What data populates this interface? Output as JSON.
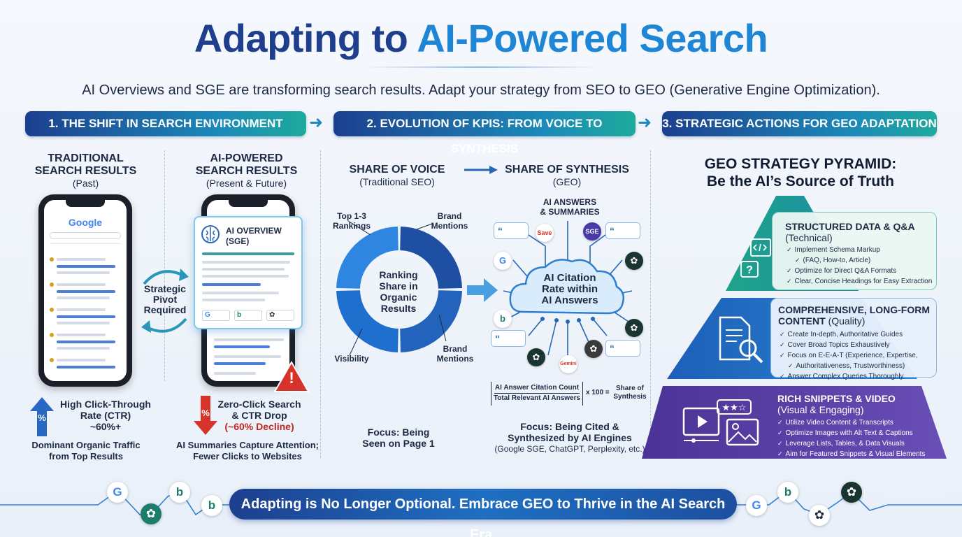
{
  "title": {
    "part1": "Adapting to ",
    "part2": "AI-Powered Search"
  },
  "subtitle": "AI Overviews and SGE are transforming search results. Adapt your strategy from SEO to GEO (Generative Engine Optimization).",
  "sections": [
    {
      "label": "1. THE SHIFT IN SEARCH ENVIRONMENT"
    },
    {
      "label": "2. EVOLUTION OF KPIS: FROM VOICE TO SYNTHESIS"
    },
    {
      "label": "3. STRATEGIC ACTIONS FOR GEO ADAPTATION"
    }
  ],
  "shift": {
    "traditional": {
      "title_l1": "TRADITIONAL",
      "title_l2": "SEARCH RESULTS",
      "sub": "(Past)"
    },
    "ai": {
      "title_l1": "AI-POWERED",
      "title_l2": "SEARCH RESULTS",
      "sub": "(Present & Future)"
    },
    "phone_logo": "Google",
    "ai_card_title_l1": "AI OVERVIEW",
    "ai_card_title_l2": "(SGE)",
    "pivot_l1": "Strategic",
    "pivot_l2": "Pivot",
    "pivot_l3": "Required",
    "left_metric": {
      "l1": "High Click-Through",
      "l2": "Rate (CTR)",
      "l3": "~60%+",
      "note_l1": "Dominant Organic Traffic",
      "note_l2": "from Top Results",
      "badge": "%"
    },
    "right_metric": {
      "l1": "Zero-Click Search",
      "l2": "& CTR Drop",
      "l3": "(~60% Decline)",
      "note_l1": "AI Summaries Capture Attention;",
      "note_l2": "Fewer Clicks to Websites",
      "badge": "%",
      "warning": "!"
    }
  },
  "kpis": {
    "sov": {
      "title": "SHARE OF VOICE",
      "sub": "(Traditional SEO)"
    },
    "sos": {
      "title": "SHARE OF SYNTHESIS",
      "sub": "(GEO)"
    },
    "donut": {
      "center_l1": "Ranking",
      "center_l2": "Share in",
      "center_l3": "Organic",
      "center_l4": "Results",
      "segments": [
        {
          "label_l1": "Top 1-3",
          "label_l2": "Rankings",
          "color": "#2f86e0"
        },
        {
          "label_l1": "Brand",
          "label_l2": "Mentions",
          "color": "#1e4fa3"
        },
        {
          "label_l1": "Brand",
          "label_l2": "Mentions",
          "color": "#2363bb"
        },
        {
          "label_l1": "Visibility",
          "label_l2": "",
          "color": "#1f6fcf"
        }
      ]
    },
    "cloud": {
      "top_l1": "AI ANSWERS",
      "top_l2": "& SUMMARIES",
      "center_l1": "AI Citation",
      "center_l2": "Rate within",
      "center_l3": "AI Answers",
      "quote": "“",
      "node_labels": [
        "Save",
        "SGE",
        "G",
        "b",
        "Gemini"
      ]
    },
    "formula": {
      "numerator": "AI Answer Citation Count",
      "denominator": "Total Relevant AI Answers",
      "times": "x 100 =",
      "result_l1": "Share of",
      "result_l2": "Synthesis"
    },
    "focus_left_l1": "Focus: Being",
    "focus_left_l2": "Seen on Page 1",
    "focus_right_l1": "Focus: Being Cited &",
    "focus_right_l2": "Synthesized by AI Engines",
    "focus_right_l3": "(Google SGE, ChatGPT, Perplexity, etc.)"
  },
  "pyramid": {
    "title_l1": "GEO STRATEGY PYRAMID:",
    "title_l2": "Be the AI’s Source of Truth",
    "tiers": [
      {
        "h_bold": "STRUCTURED DATA & Q&A",
        "h_normal": "(Technical)",
        "items": [
          "Implement Schema Markup",
          "(FAQ, How-to, Article)",
          "Optimize for Direct Q&A Formats",
          "Clear, Concise Headings for Easy Extraction"
        ]
      },
      {
        "h_bold": "COMPREHENSIVE, LONG-FORM",
        "h_bold2": "CONTENT",
        "h_normal": "(Quality)",
        "items": [
          "Create In-depth, Authoritative Guides",
          "Cover Broad Topics Exhaustively",
          "Focus on E-E-A-T (Experience, Expertise,",
          "Authoritativeness, Trustworthiness)",
          "Answer Complex Queries Thoroughly"
        ]
      },
      {
        "h_bold": "RICH SNIPPETS & VIDEO",
        "h_normal": "(Visual & Engaging)",
        "items": [
          "Utilize Video Content & Transcripts",
          "Optimize Images with Alt Text & Captions",
          "Leverage Lists, Tables, & Data Visuals",
          "Aim for Featured Snippets & Visual Elements"
        ]
      }
    ]
  },
  "footer": {
    "banner": "Adapting is No Longer Optional. Embrace GEO to Thrive in the AI Search Era.",
    "logos": [
      "G",
      "b"
    ]
  },
  "colors": {
    "navy": "#1f3f8c",
    "accent": "#1f86d6",
    "teal": "#1eaa9c",
    "red": "#c0281f",
    "purple": "#5b3fa6"
  },
  "icons": [
    "google-icon",
    "bing-icon",
    "chatgpt-icon",
    "brain-icon",
    "warning-icon",
    "percent-icon",
    "code-icon",
    "question-icon",
    "document-search-icon",
    "video-icon",
    "image-icon",
    "star-rating-icon",
    "cloud-icon",
    "quote-icon"
  ]
}
